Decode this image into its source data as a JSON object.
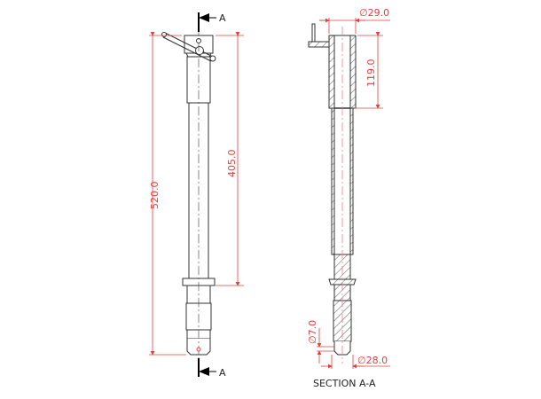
{
  "drawing": {
    "colors": {
      "outline": "#333333",
      "dimension": "#e0403c",
      "centerline": "#e88080",
      "background": "#ffffff"
    },
    "front_view": {
      "section_marker_top": "A",
      "section_marker_bottom": "A",
      "dim_overall_length": "520.0",
      "dim_upper_length": "405.0"
    },
    "section_view": {
      "title": "SECTION A-A",
      "dim_top_diameter": "29.0",
      "dim_top_depth": "119.0",
      "dim_hole_diameter": "7.0",
      "dim_bottom_diameter": "28.0",
      "diameter_symbol": "∅"
    }
  }
}
